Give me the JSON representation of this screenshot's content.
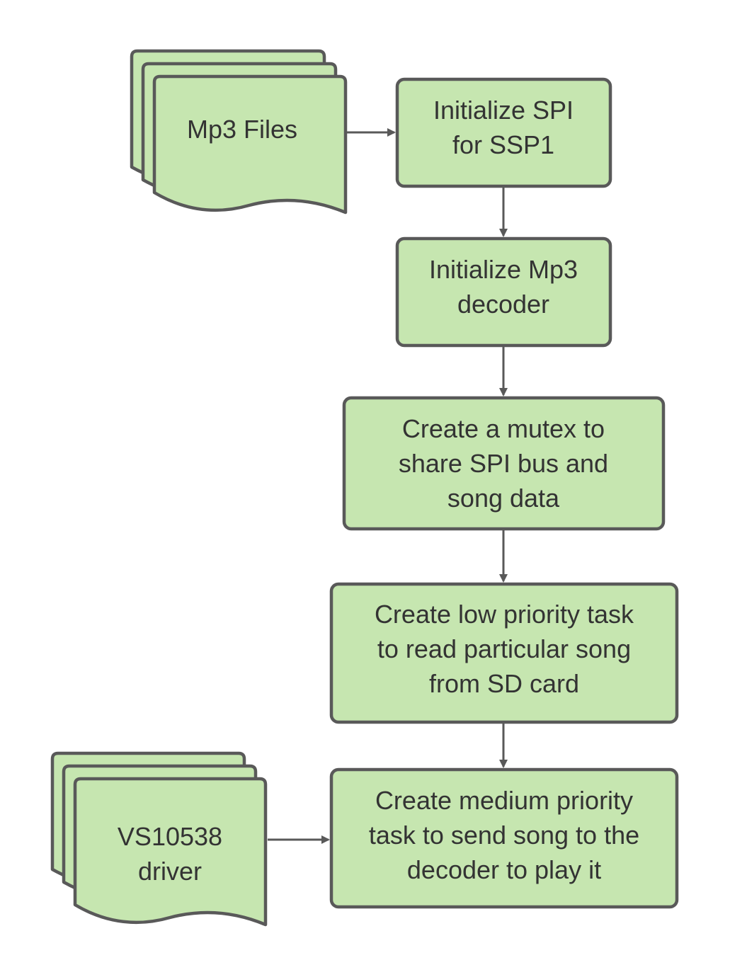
{
  "colors": {
    "shape_fill": "#c6e6b0",
    "shape_stroke": "#595959",
    "text": "#333333",
    "connector": "#595959",
    "background": "#ffffff"
  },
  "documents": {
    "mp3_files": {
      "label": "Mp3 Files"
    },
    "vs_driver": {
      "line1": "VS10538",
      "line2": "driver"
    }
  },
  "steps": {
    "init_spi": {
      "line1": "Initialize SPI",
      "line2": "for SSP1"
    },
    "init_decoder": {
      "line1": "Initialize Mp3",
      "line2": "decoder"
    },
    "create_mutex": {
      "line1": "Create a mutex to",
      "line2": "share SPI bus and",
      "line3": "song data"
    },
    "low_task": {
      "line1": "Create low priority task",
      "line2": "to read particular song",
      "line3": "from SD card"
    },
    "medium_task": {
      "line1": "Create medium priority",
      "line2": "task to send song to the",
      "line3": "decoder to play it"
    }
  }
}
